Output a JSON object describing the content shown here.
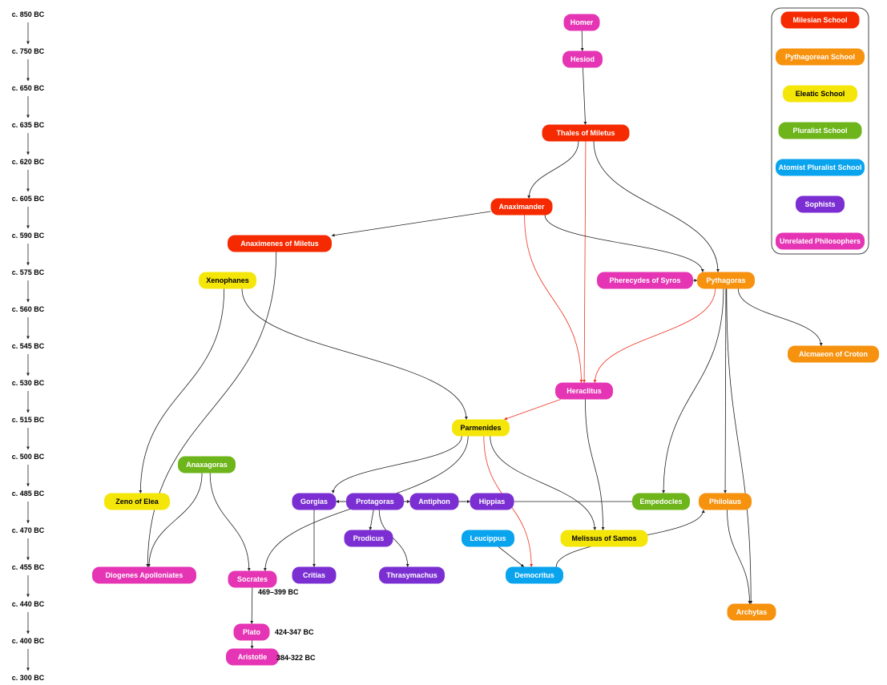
{
  "colors": {
    "milesian": "#f52a00",
    "pythagorean": "#f7920f",
    "eleatic": "#f5e60a",
    "pluralist": "#6db51a",
    "atomist": "#0aa4ee",
    "sophists": "#7b2fd2",
    "unrelated": "#e535b4"
  },
  "timeline": [
    "c. 850 BC",
    "c. 750 BC",
    "c. 650 BC",
    "c. 635 BC",
    "c. 620 BC",
    "c. 605 BC",
    "c. 590 BC",
    "c. 575 BC",
    "c. 560 BC",
    "c. 545 BC",
    "c. 530 BC",
    "c. 515 BC",
    "c. 500 BC",
    "c. 485 BC",
    "c. 470 BC",
    "c. 455 BC",
    "c. 440 BC",
    "c. 400 BC",
    "c. 300 BC"
  ],
  "legend": [
    {
      "id": "milesian",
      "label": "Milesian School"
    },
    {
      "id": "pythagorean",
      "label": "Pythagorean School"
    },
    {
      "id": "eleatic",
      "label": "Eleatic School"
    },
    {
      "id": "pluralist",
      "label": "Pluralist School"
    },
    {
      "id": "atomist",
      "label": "Atomist Pluralist School"
    },
    {
      "id": "sophists",
      "label": "Sophists"
    },
    {
      "id": "unrelated",
      "label": "Unrelated Philosophers"
    }
  ],
  "philosophers": [
    {
      "id": "homer",
      "label": "Homer",
      "school": "unrelated"
    },
    {
      "id": "hesiod",
      "label": "Hesiod",
      "school": "unrelated"
    },
    {
      "id": "thales",
      "label": "Thales of Miletus",
      "school": "milesian"
    },
    {
      "id": "anaximander",
      "label": "Anaximander",
      "school": "milesian"
    },
    {
      "id": "anaximenes",
      "label": "Anaximenes of Miletus",
      "school": "milesian"
    },
    {
      "id": "xenophanes",
      "label": "Xenophanes",
      "school": "eleatic"
    },
    {
      "id": "pherecydes",
      "label": "Pherecydes of Syros",
      "school": "unrelated"
    },
    {
      "id": "pythagoras",
      "label": "Pythagoras",
      "school": "pythagorean"
    },
    {
      "id": "alcmaeon",
      "label": "Alcmaeon of Croton",
      "school": "pythagorean"
    },
    {
      "id": "heraclitus",
      "label": "Heraclitus",
      "school": "unrelated"
    },
    {
      "id": "parmenides",
      "label": "Parmenides",
      "school": "eleatic"
    },
    {
      "id": "anaxagoras",
      "label": "Anaxagoras",
      "school": "pluralist"
    },
    {
      "id": "zeno",
      "label": "Zeno of Elea",
      "school": "eleatic"
    },
    {
      "id": "gorgias",
      "label": "Gorgias",
      "school": "sophists"
    },
    {
      "id": "protagoras",
      "label": "Protagoras",
      "school": "sophists"
    },
    {
      "id": "antiphon",
      "label": "Antiphon",
      "school": "sophists"
    },
    {
      "id": "hippias",
      "label": "Hippias",
      "school": "sophists"
    },
    {
      "id": "empedocles",
      "label": "Empedocles",
      "school": "pluralist"
    },
    {
      "id": "philolaus",
      "label": "Philolaus",
      "school": "pythagorean"
    },
    {
      "id": "prodicus",
      "label": "Prodicus",
      "school": "sophists"
    },
    {
      "id": "leucippus",
      "label": "Leucippus",
      "school": "atomist"
    },
    {
      "id": "melissus",
      "label": "Melissus of Samos",
      "school": "eleatic"
    },
    {
      "id": "diogenes",
      "label": "Diogenes Apolloniates",
      "school": "unrelated"
    },
    {
      "id": "critias",
      "label": "Critias",
      "school": "sophists"
    },
    {
      "id": "thrasymachus",
      "label": "Thrasymachus",
      "school": "sophists"
    },
    {
      "id": "democritus",
      "label": "Democritus",
      "school": "atomist"
    },
    {
      "id": "socrates",
      "label": "Socrates",
      "school": "unrelated"
    },
    {
      "id": "archytas",
      "label": "Archytas",
      "school": "pythagorean"
    },
    {
      "id": "plato",
      "label": "Plato",
      "school": "unrelated"
    },
    {
      "id": "aristotle",
      "label": "Aristotle",
      "school": "unrelated"
    }
  ],
  "lifespans": {
    "socrates": "469–399 BC",
    "plato": "424-347 BC",
    "aristotle": "384-322 BC"
  },
  "edges": [
    {
      "from": "homer",
      "to": "hesiod",
      "color": "black"
    },
    {
      "from": "hesiod",
      "to": "thales",
      "color": "black"
    },
    {
      "from": "thales",
      "to": "anaximander",
      "color": "black"
    },
    {
      "from": "thales",
      "to": "heraclitus",
      "color": "red"
    },
    {
      "from": "thales",
      "to": "pythagoras",
      "color": "black"
    },
    {
      "from": "anaximander",
      "to": "anaximenes",
      "color": "black"
    },
    {
      "from": "anaximander",
      "to": "pythagoras",
      "color": "black"
    },
    {
      "from": "anaximander",
      "to": "heraclitus",
      "color": "red"
    },
    {
      "from": "anaximenes",
      "to": "diogenes",
      "color": "black"
    },
    {
      "from": "xenophanes",
      "to": "zeno",
      "color": "black"
    },
    {
      "from": "xenophanes",
      "to": "parmenides",
      "color": "black"
    },
    {
      "from": "pherecydes",
      "to": "pythagoras",
      "color": "black"
    },
    {
      "from": "pythagoras",
      "to": "heraclitus",
      "color": "red"
    },
    {
      "from": "pythagoras",
      "to": "alcmaeon",
      "color": "black"
    },
    {
      "from": "pythagoras",
      "to": "empedocles",
      "color": "black"
    },
    {
      "from": "pythagoras",
      "to": "philolaus",
      "color": "black"
    },
    {
      "from": "pythagoras",
      "to": "archytas",
      "color": "black"
    },
    {
      "from": "heraclitus",
      "to": "parmenides",
      "color": "red"
    },
    {
      "from": "heraclitus",
      "to": "melissus",
      "color": "black"
    },
    {
      "from": "parmenides",
      "to": "gorgias",
      "color": "black"
    },
    {
      "from": "parmenides",
      "to": "socrates",
      "color": "black"
    },
    {
      "from": "parmenides",
      "to": "melissus",
      "color": "black"
    },
    {
      "from": "parmenides",
      "to": "democritus",
      "color": "red"
    },
    {
      "from": "anaxagoras",
      "to": "diogenes",
      "color": "black"
    },
    {
      "from": "anaxagoras",
      "to": "socrates",
      "color": "black"
    },
    {
      "from": "empedocles",
      "to": "gorgias",
      "color": "black"
    },
    {
      "from": "protagoras",
      "to": "gorgias",
      "color": "black"
    },
    {
      "from": "protagoras",
      "to": "antiphon",
      "color": "black"
    },
    {
      "from": "protagoras",
      "to": "hippias",
      "color": "black"
    },
    {
      "from": "protagoras",
      "to": "prodicus",
      "color": "black"
    },
    {
      "from": "protagoras",
      "to": "thrasymachus",
      "color": "black"
    },
    {
      "from": "gorgias",
      "to": "critias",
      "color": "black"
    },
    {
      "from": "leucippus",
      "to": "democritus",
      "color": "black"
    },
    {
      "from": "democritus",
      "to": "philolaus",
      "color": "black"
    },
    {
      "from": "philolaus",
      "to": "archytas",
      "color": "black"
    },
    {
      "from": "socrates",
      "to": "plato",
      "color": "black"
    },
    {
      "from": "plato",
      "to": "aristotle",
      "color": "black"
    }
  ]
}
